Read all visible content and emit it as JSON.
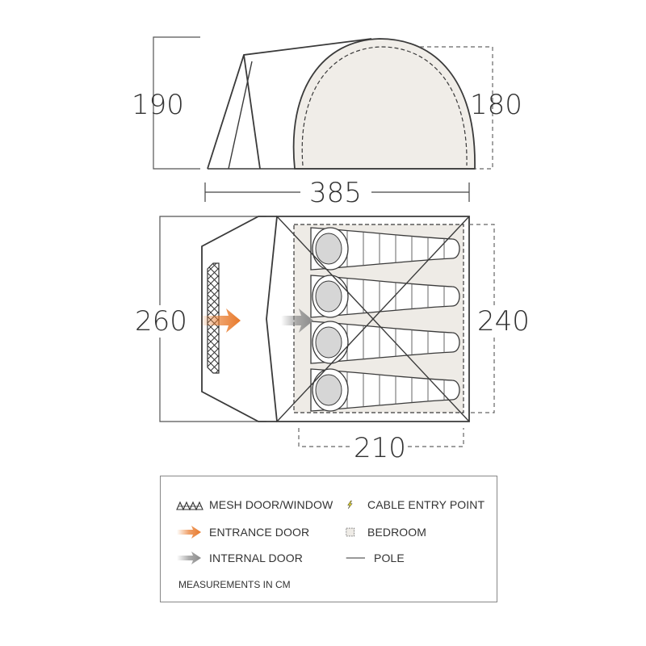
{
  "dimensions": {
    "side_height_total": "190",
    "side_height_bedroom": "180",
    "length": "385",
    "width_total": "260",
    "width_bedroom": "240",
    "length_bedroom": "210"
  },
  "legend": {
    "mesh": "MESH DOOR/WINDOW",
    "entrance": "ENTRANCE DOOR",
    "internal": "INTERNAL DOOR",
    "cable": "CABLE ENTRY POINT",
    "bedroom": "BEDROOM",
    "pole": "POLE",
    "note": "MEASUREMENTS IN CM"
  },
  "icons": {
    "mesh": "mesh-icon",
    "entrance": "orange-arrow-icon",
    "internal": "grey-arrow-icon",
    "cable": "lightning-icon",
    "bedroom": "dashed-square-icon",
    "pole": "line-icon"
  },
  "colors": {
    "entrance_arrow": "#e8792a",
    "internal_arrow": "#8a8a8a",
    "bedroom_fill": "#eeebe6",
    "cable_icon": "#e0d22a",
    "outline": "#3a3a3a"
  }
}
